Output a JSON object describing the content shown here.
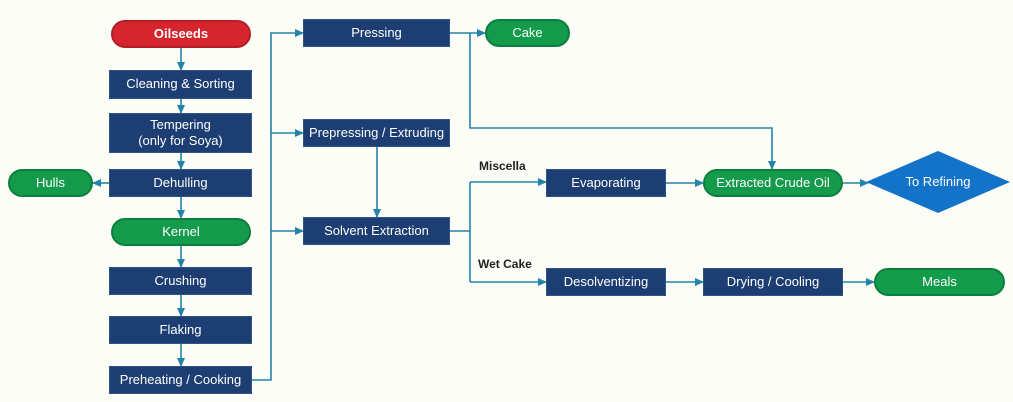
{
  "diagram": {
    "type": "flowchart",
    "colors": {
      "canvas_bg": "#fdfdf8",
      "box_fill": "#1d3e73",
      "box_border": "#2e5486",
      "green_fill": "#149a4b",
      "green_border": "#0b7f3e",
      "red_fill": "#d7252e",
      "red_border": "#b21e27",
      "diamond_fill": "#1273c9",
      "connector": "#2383aa",
      "edge_label_text": "#1f1f1f"
    },
    "nodes": {
      "oilseeds": {
        "label": "Oilseeds"
      },
      "cleaning_sorting": {
        "label": "Cleaning & Sorting"
      },
      "tempering": {
        "label": "Tempering",
        "sublabel": "(only for Soya)"
      },
      "dehulling": {
        "label": "Dehulling"
      },
      "hulls": {
        "label": "Hulls"
      },
      "kernel": {
        "label": "Kernel"
      },
      "crushing": {
        "label": "Crushing"
      },
      "flaking": {
        "label": "Flaking"
      },
      "preheating_cooking": {
        "label": "Preheating / Cooking"
      },
      "pressing": {
        "label": "Pressing"
      },
      "cake": {
        "label": "Cake"
      },
      "prepressing_extruding": {
        "label": "Prepressing / Extruding"
      },
      "solvent_extraction": {
        "label": "Solvent Extraction"
      },
      "evaporating": {
        "label": "Evaporating"
      },
      "extracted_crude_oil": {
        "label": "Extracted Crude Oil"
      },
      "to_refining": {
        "label": "To Refining"
      },
      "desolventizing": {
        "label": "Desolventizing"
      },
      "drying_cooling": {
        "label": "Drying / Cooling"
      },
      "meals": {
        "label": "Meals"
      }
    },
    "edge_labels": {
      "miscella": "Miscella",
      "wet_cake": "Wet Cake"
    }
  }
}
